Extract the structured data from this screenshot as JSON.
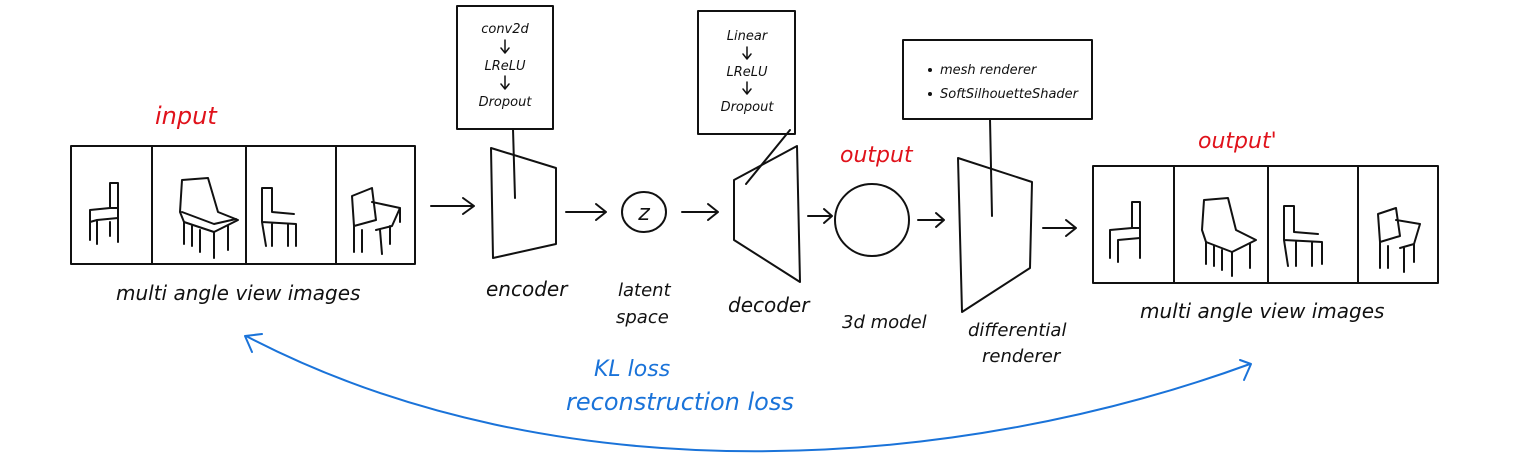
{
  "input_label": "input",
  "input_caption": "multi angle view images",
  "encoder": {
    "layers": [
      "conv2d",
      "LReLU",
      "Dropout"
    ],
    "label": "encoder"
  },
  "latent": {
    "symbol": "z",
    "label_line1": "latent",
    "label_line2": "space"
  },
  "decoder": {
    "layers": [
      "Linear",
      "LReLU",
      "Dropout"
    ],
    "label": "decoder"
  },
  "output_label": "output",
  "model_label": "3d model",
  "renderer": {
    "items": [
      "mesh renderer",
      "SoftSilhouetteShader"
    ],
    "label_line1": "differential",
    "label_line2": "renderer"
  },
  "output2_label": "output'",
  "output_caption": "multi angle view images",
  "loss": {
    "line1": "KL loss",
    "line2": "reconstruction loss"
  },
  "colors": {
    "ink": "#111111",
    "red": "#e0121b",
    "blue": "#1a73d9"
  }
}
